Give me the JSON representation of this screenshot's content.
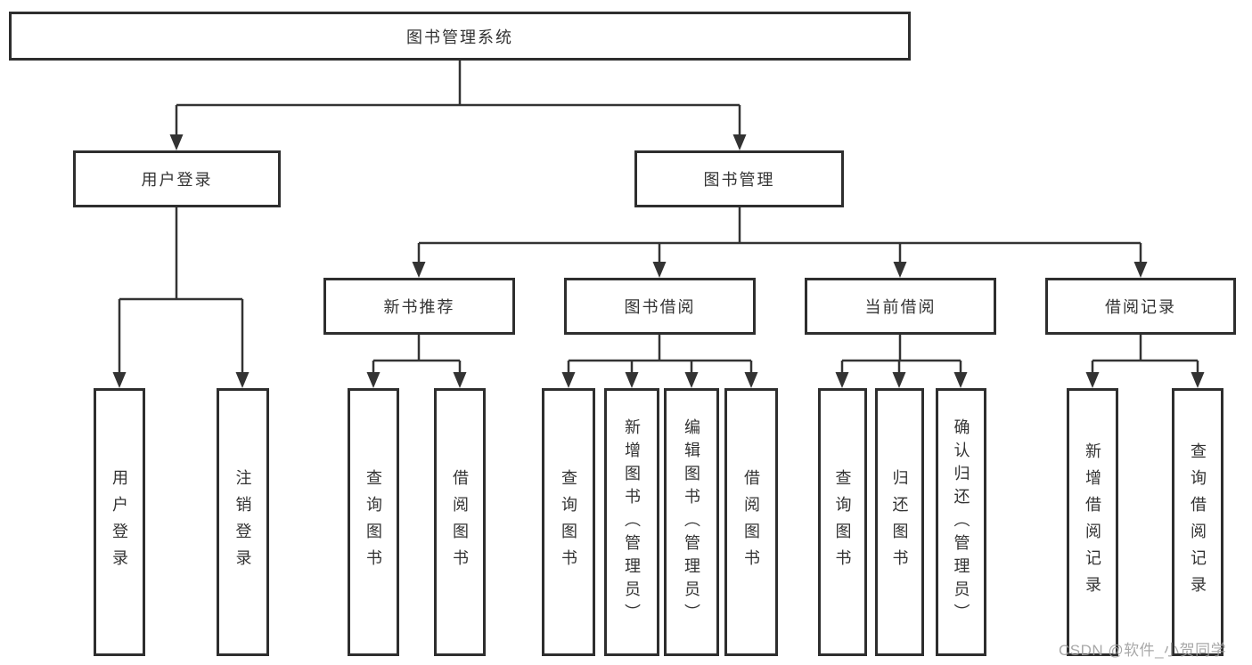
{
  "tree": {
    "root": {
      "label": "图书管理系统",
      "children": [
        {
          "label": "用户登录",
          "children": [
            {
              "label": "用户登录"
            },
            {
              "label": "注销登录"
            }
          ]
        },
        {
          "label": "图书管理",
          "children": [
            {
              "label": "新书推荐",
              "children": [
                {
                  "label": "查询图书"
                },
                {
                  "label": "借阅图书"
                }
              ]
            },
            {
              "label": "图书借阅",
              "children": [
                {
                  "label": "查询图书"
                },
                {
                  "label": "新增图书（管理员）"
                },
                {
                  "label": "编辑图书（管理员）"
                },
                {
                  "label": "借阅图书"
                }
              ]
            },
            {
              "label": "当前借阅",
              "children": [
                {
                  "label": "查询图书"
                },
                {
                  "label": "归还图书"
                },
                {
                  "label": "确认归还（管理员）"
                }
              ]
            },
            {
              "label": "借阅记录",
              "children": [
                {
                  "label": "新增借阅记录"
                },
                {
                  "label": "查询借阅记录"
                }
              ]
            }
          ]
        }
      ]
    }
  },
  "watermark": {
    "text": "CSDN @软件_小贺同学"
  },
  "colors": {
    "line": "#333333",
    "box_border": "#2e2e2e",
    "text": "#333333",
    "background": "#ffffff",
    "watermark": "#9e9e9e"
  }
}
